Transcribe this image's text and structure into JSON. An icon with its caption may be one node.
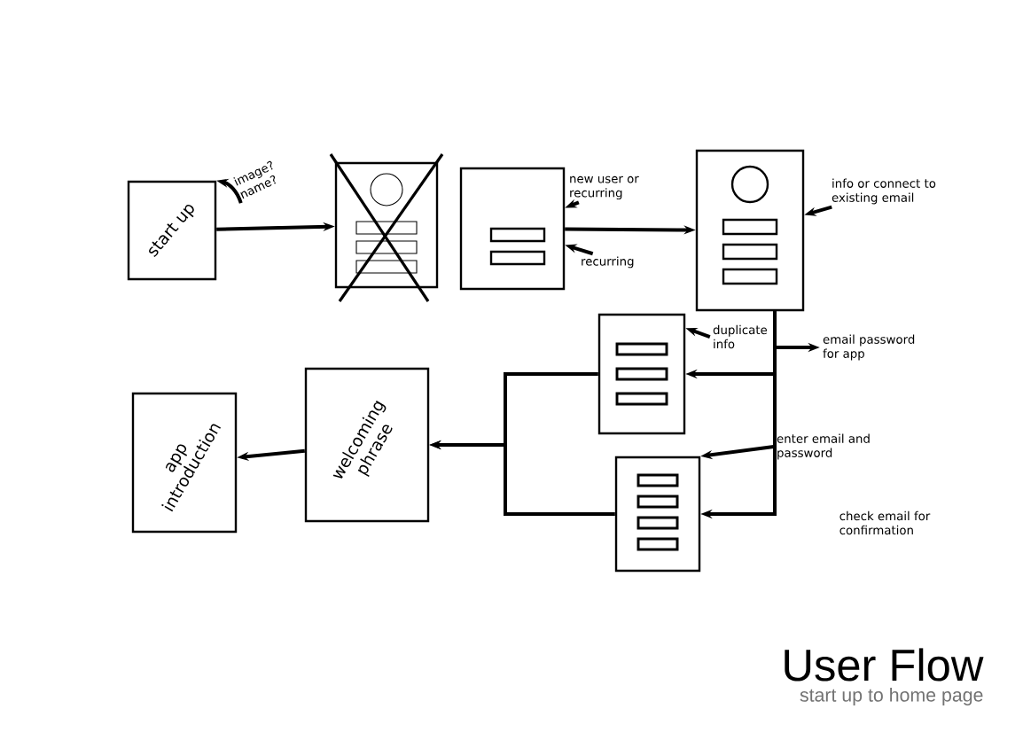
{
  "diagram": {
    "title": "User Flow",
    "caption": "start up to home page",
    "nodes": [
      {
        "text": [
          "start up"
        ]
      },
      {
        "text": [],
        "shape": "box"
      },
      {
        "text": [],
        "shape": "box"
      },
      {
        "text": [],
        "shape": "box"
      },
      {
        "text": [],
        "shape": "box"
      },
      {
        "text": [],
        "shape": "box"
      },
      {
        "text": [
          "welcoming phrase"
        ]
      },
      {
        "text": [
          "app introduction"
        ]
      },
      {
        "text": [
          "image? name?"
        ]
      },
      {
        "text": [
          "new user or recurring"
        ]
      },
      {
        "text": [
          "recurring"
        ]
      },
      {
        "text": [
          "info or connect to existing email"
        ]
      },
      {
        "text": [
          "duplicate info"
        ]
      },
      {
        "text": [
          "enter email and password"
        ]
      },
      {
        "text": [
          "email password for app"
        ]
      }
    ],
    "edges": [
      {
        "from": 0,
        "to": 1,
        "arrow": "to"
      },
      {
        "from": 2,
        "to": 3,
        "arrow": "to"
      },
      {
        "from": 3,
        "to": 4,
        "arrow": "to"
      },
      {
        "from": 3,
        "to": 5,
        "arrow": "to"
      },
      {
        "from": 4,
        "to": 6,
        "arrow": "to"
      },
      {
        "from": 5,
        "to": 6,
        "arrow": "to"
      },
      {
        "from": 6,
        "to": 7,
        "arrow": "to"
      },
      {
        "from": 8,
        "to": 0,
        "arrow": "to"
      },
      {
        "from": 9,
        "to": 2,
        "arrow": "to"
      },
      {
        "from": 10,
        "to": 2,
        "arrow": "to"
      },
      {
        "from": 11,
        "to": 3,
        "arrow": "to"
      },
      {
        "from": 12,
        "to": 4,
        "arrow": "to"
      },
      {
        "from": 13,
        "to": 5,
        "arrow": "to"
      },
      {
        "from": 3,
        "to": 14,
        "arrow": "to"
      }
    ],
    "labels": [
      "check email for confirmation"
    ]
  }
}
